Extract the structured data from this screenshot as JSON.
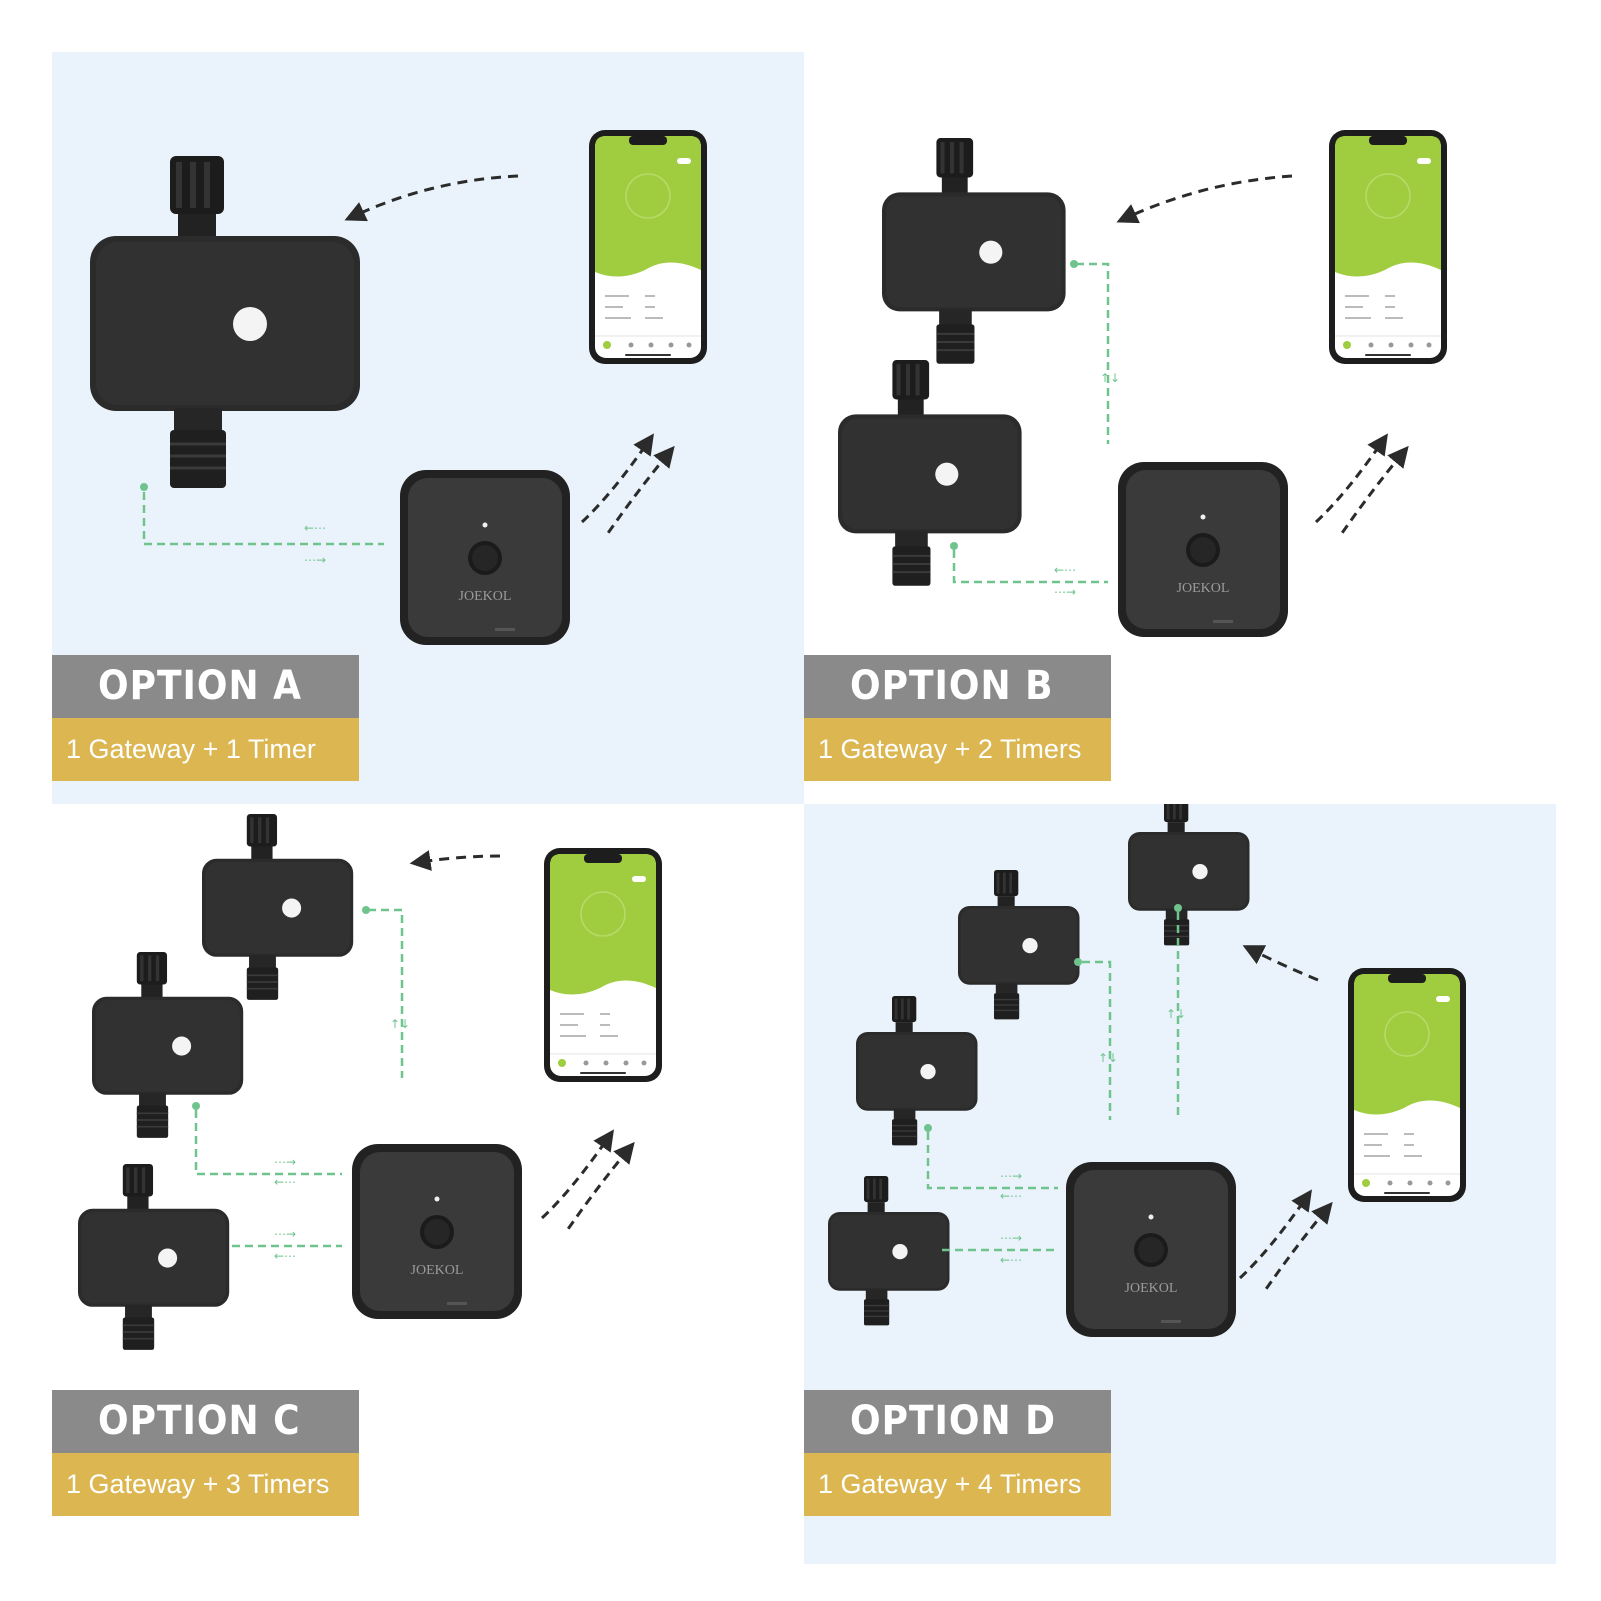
{
  "options": [
    {
      "title": "OPTION A",
      "subtitle": "1 Gateway + 1 Timer"
    },
    {
      "title": "OPTION B",
      "subtitle": "1 Gateway + 2 Timers"
    },
    {
      "title": "OPTION C",
      "subtitle": "1 Gateway + 3 Timers"
    },
    {
      "title": "OPTION D",
      "subtitle": "1 Gateway + 4 Timers"
    }
  ],
  "gateway": {
    "brand": "JOEKOL"
  },
  "colors": {
    "panel_blue": "#eaf3fb",
    "label_gray": "#8a8a8a",
    "label_gold": "#dbb651",
    "device_black": "#2b2b2b",
    "link_green": "#6fc48d",
    "app_green": "#9fcd3f"
  },
  "icons": [
    "water-timer-icon",
    "gateway-hub-icon",
    "smartphone-app-icon",
    "wireless-link-arrows-icon"
  ]
}
